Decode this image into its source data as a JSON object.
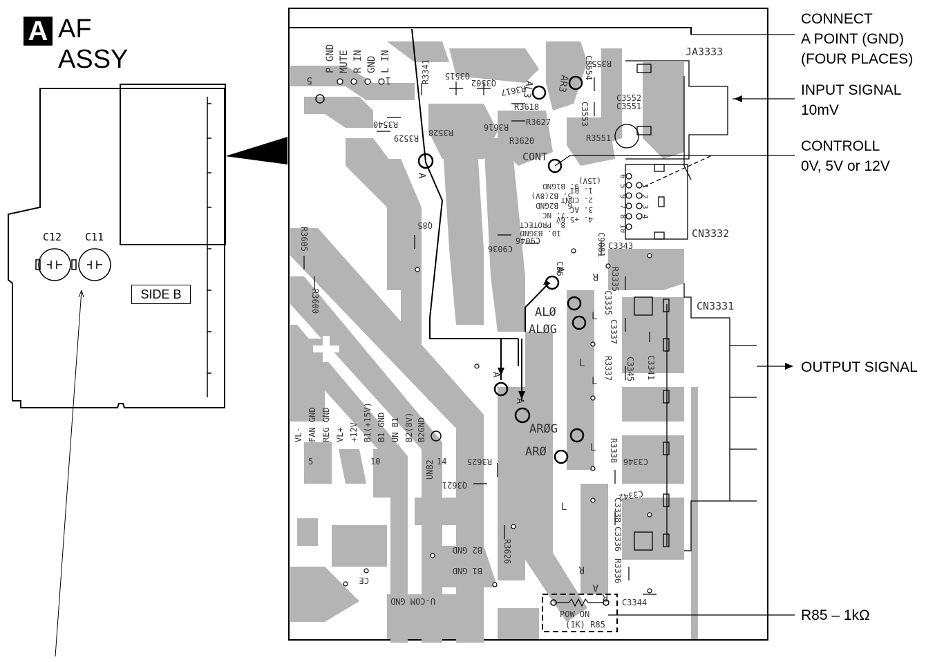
{
  "header": {
    "badge": "A",
    "title_line1": "AF",
    "title_line2": "ASSY"
  },
  "overview": {
    "cap_left": "C12",
    "cap_right": "C11",
    "side_label": "SIDE B"
  },
  "callouts": {
    "connect": [
      "CONNECT",
      "A POINT (GND)",
      "(FOUR PLACES)"
    ],
    "input": [
      "INPUT SIGNAL",
      "10mV"
    ],
    "control": [
      "CONTROLL",
      "0V, 5V or 12V"
    ],
    "output": "OUTPUT SIGNAL",
    "resistor": "R85 – 1kΩ"
  },
  "board": {
    "connector_top_pins": [
      "P GND",
      "MUTE",
      "R IN",
      "GND",
      "L IN"
    ],
    "connector_top_nums": [
      "5",
      "1"
    ],
    "jack": "JA3333",
    "cn3332": "CN3332",
    "cn3331": "CN3331",
    "cont": "CONT",
    "pin_table": [
      "(15V)",
      "9. B1GND",
      "1. B1",
      "5. B2(8V)",
      "2. CONT",
      "6. B2GND",
      "3. AC",
      "7. NC",
      "4. +5.6V",
      "8. PROTECT",
      "10. B3GND"
    ],
    "pin_nums_left": [
      "6",
      "5",
      "9",
      "7",
      "8",
      "10"
    ],
    "pin_nums_right": [
      "1",
      "2",
      "3",
      "4"
    ],
    "refs_top": [
      "R3341",
      "Q3515",
      "Q3502",
      "R3617",
      "AL3",
      "AR3",
      "R3552",
      "C3554",
      "C3552",
      "C3551",
      "R3618",
      "R3627",
      "C3553",
      "R3551",
      "R3540",
      "R3529",
      "R3528",
      "R3616",
      "R3620"
    ],
    "refs_mid": [
      "Q85",
      "C9036",
      "C9046",
      "C86",
      "C3343",
      "C9081",
      "R3605",
      "R3600",
      "R3335",
      "C3335",
      "C3337",
      "C3345",
      "C3341",
      "R3337"
    ],
    "test_points": [
      "ALØ",
      "ALØG",
      "ARØG",
      "ARØ"
    ],
    "a_mark": "A",
    "lower_connector_pins": [
      "VL-",
      "FAN GND",
      "REG GND",
      "VL+",
      "+12V",
      "B1(+15V)",
      "B1 GND",
      "UN B1",
      "B2(8V)",
      "B2GND"
    ],
    "lower_connector_nums": [
      "5",
      "10",
      "14"
    ],
    "refs_low": [
      "UNB2",
      "R3625",
      "Q3621",
      "R3338",
      "C3346",
      "C3342",
      "C3338",
      "C3336",
      "R3336",
      "R3626",
      "C3344"
    ],
    "bottom_text": [
      "B2 GND",
      "B1 GND",
      "CE",
      "U-COM GND"
    ],
    "pow_on": [
      "POW ON",
      "(1K) R85"
    ],
    "lr_marks": [
      "R",
      "L",
      "L",
      "L",
      "R",
      "L",
      "L",
      "R"
    ]
  },
  "colors": {
    "trace": "#b4b4b4",
    "ink": "#000000",
    "board_bg": "#ffffff"
  }
}
